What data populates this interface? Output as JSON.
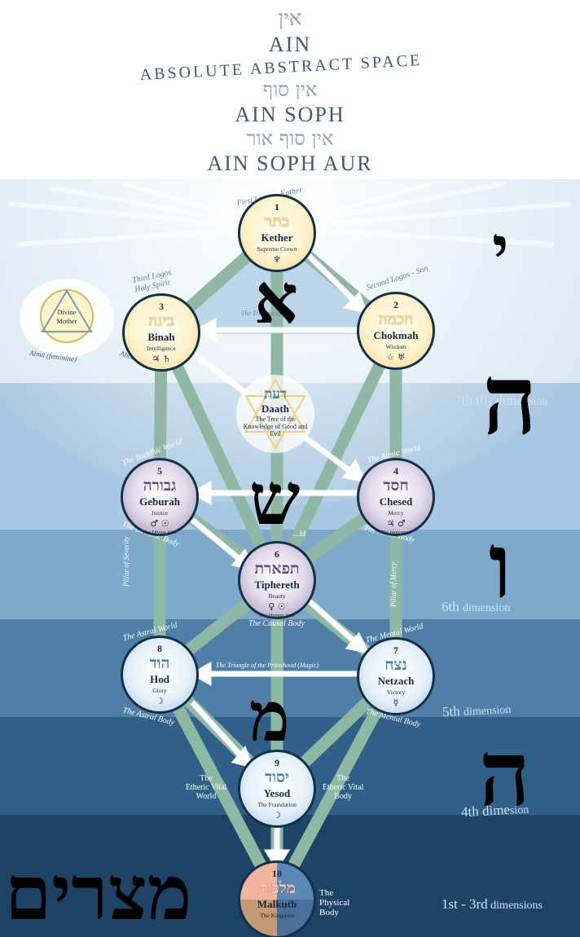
{
  "header": {
    "ain_hebrew": "אין",
    "ain": "AIN",
    "absolute_space": "ABSOLUTE ABSTRACT SPACE",
    "ain_soph_hebrew": "אין סוף",
    "ain_soph": "AIN SOPH",
    "ain_soph_aur_hebrew": "אין סוף אור",
    "ain_soph_aur": "AIN SOPH AUR"
  },
  "sephiroth": [
    {
      "number": "1",
      "hebrew": "כתר",
      "name": "Kether",
      "subtitle": "Supreme Crown",
      "symbols": "♆"
    },
    {
      "number": "2",
      "hebrew": "חכמה",
      "name": "Chokmah",
      "subtitle": "Wisdom",
      "symbols": "☆ ♅"
    },
    {
      "number": "3",
      "hebrew": "בינה",
      "name": "Binah",
      "subtitle": "Intelligence",
      "symbols": "♃ ♄"
    },
    {
      "number": "",
      "hebrew": "דעת",
      "name": "Daath",
      "subtitle": "The Tree of the Knowledge of Good and Evil",
      "symbols": ""
    },
    {
      "number": "4",
      "hebrew": "חסד",
      "name": "Chesed",
      "subtitle": "Mercy",
      "symbols": "♃ ♂",
      "soul": "The Innermost"
    },
    {
      "number": "5",
      "hebrew": "גבורה",
      "name": "Geburah",
      "subtitle": "Justice",
      "symbols": "♂ ☉",
      "soul": "The Divine Soul"
    },
    {
      "number": "6",
      "hebrew": "תפארת",
      "name": "Tiphereth",
      "subtitle": "Beauty",
      "symbols": "♀ ☉",
      "soul": "The Human Soul"
    },
    {
      "number": "7",
      "hebrew": "נצח",
      "name": "Netzach",
      "subtitle": "Victory",
      "symbols": "☿"
    },
    {
      "number": "8",
      "hebrew": "הוד",
      "name": "Hod",
      "subtitle": "Glory",
      "symbols": "☽"
    },
    {
      "number": "9",
      "hebrew": "יסוד",
      "name": "Yesod",
      "subtitle": "The Foundation",
      "symbols": "☽"
    },
    {
      "number": "10",
      "hebrew": "מלכות",
      "name": "Malkuth",
      "subtitle": "The Kingdom",
      "symbols": ""
    }
  ],
  "labels": {
    "first_logos": "First Logos - Father",
    "second_logos": "Second Logos - Son",
    "third_logos_1": "Third Logos",
    "third_logos_2": "Holy Spirit",
    "divine_mother_1": "Divine",
    "divine_mother_2": "Mother",
    "alma": "Alma (feminine)",
    "abba": "Abba (masculine)",
    "triangle_top": "The Triangle of the...",
    "buddhic_world": "The Buddhic World",
    "atmic_world": "The Atmic World",
    "buddhic_body": "The Buddhic Body",
    "atmic_body": "The Atmic Body",
    "causal_world": "...ld",
    "causal_body": "The Causal Body",
    "pillar_severity": "Pillar of Severity",
    "pillar_mercy": "Pillar of Mercy",
    "astral_world": "The Astral World",
    "mental_world": "The Mental World",
    "astral_body": "The Astral Body",
    "mental_body": "The Mental Body",
    "triangle_priesthood": "The Triangle of the Priesthood (Magic)",
    "etheric_left": [
      "The",
      "Etheric Vital",
      "World"
    ],
    "etheric_right": [
      "The",
      "Etheric Vital",
      "Body"
    ],
    "physical_body": [
      "The",
      "Physical",
      "Body"
    ]
  },
  "dimensions": {
    "d7_prefix": "7th (0) dime",
    "d7_suffix": "nsion",
    "d6_prefix": "6th ",
    "d6_suffix": "dimension",
    "d5_prefix": "5th ",
    "d5_suffix": "dimension",
    "d4_prefix": "4th dime",
    "d4_suffix": "sion",
    "d1_prefix": "1st - 3rd",
    "d1_suffix": "dimensions"
  },
  "large_letters": {
    "yod": "י",
    "he_upper": "ה",
    "vav": "ו",
    "he_lower": "ה",
    "aleph": "א",
    "shin": "ש",
    "mem": "מ",
    "mitzrayim": "מצרים"
  },
  "colors": {
    "path": "#8fb8a4",
    "node_border": "#12304a",
    "band_top": "#e7f1f8",
    "band_bottom": "#1d4467",
    "text_blue": "#3d5b74"
  }
}
